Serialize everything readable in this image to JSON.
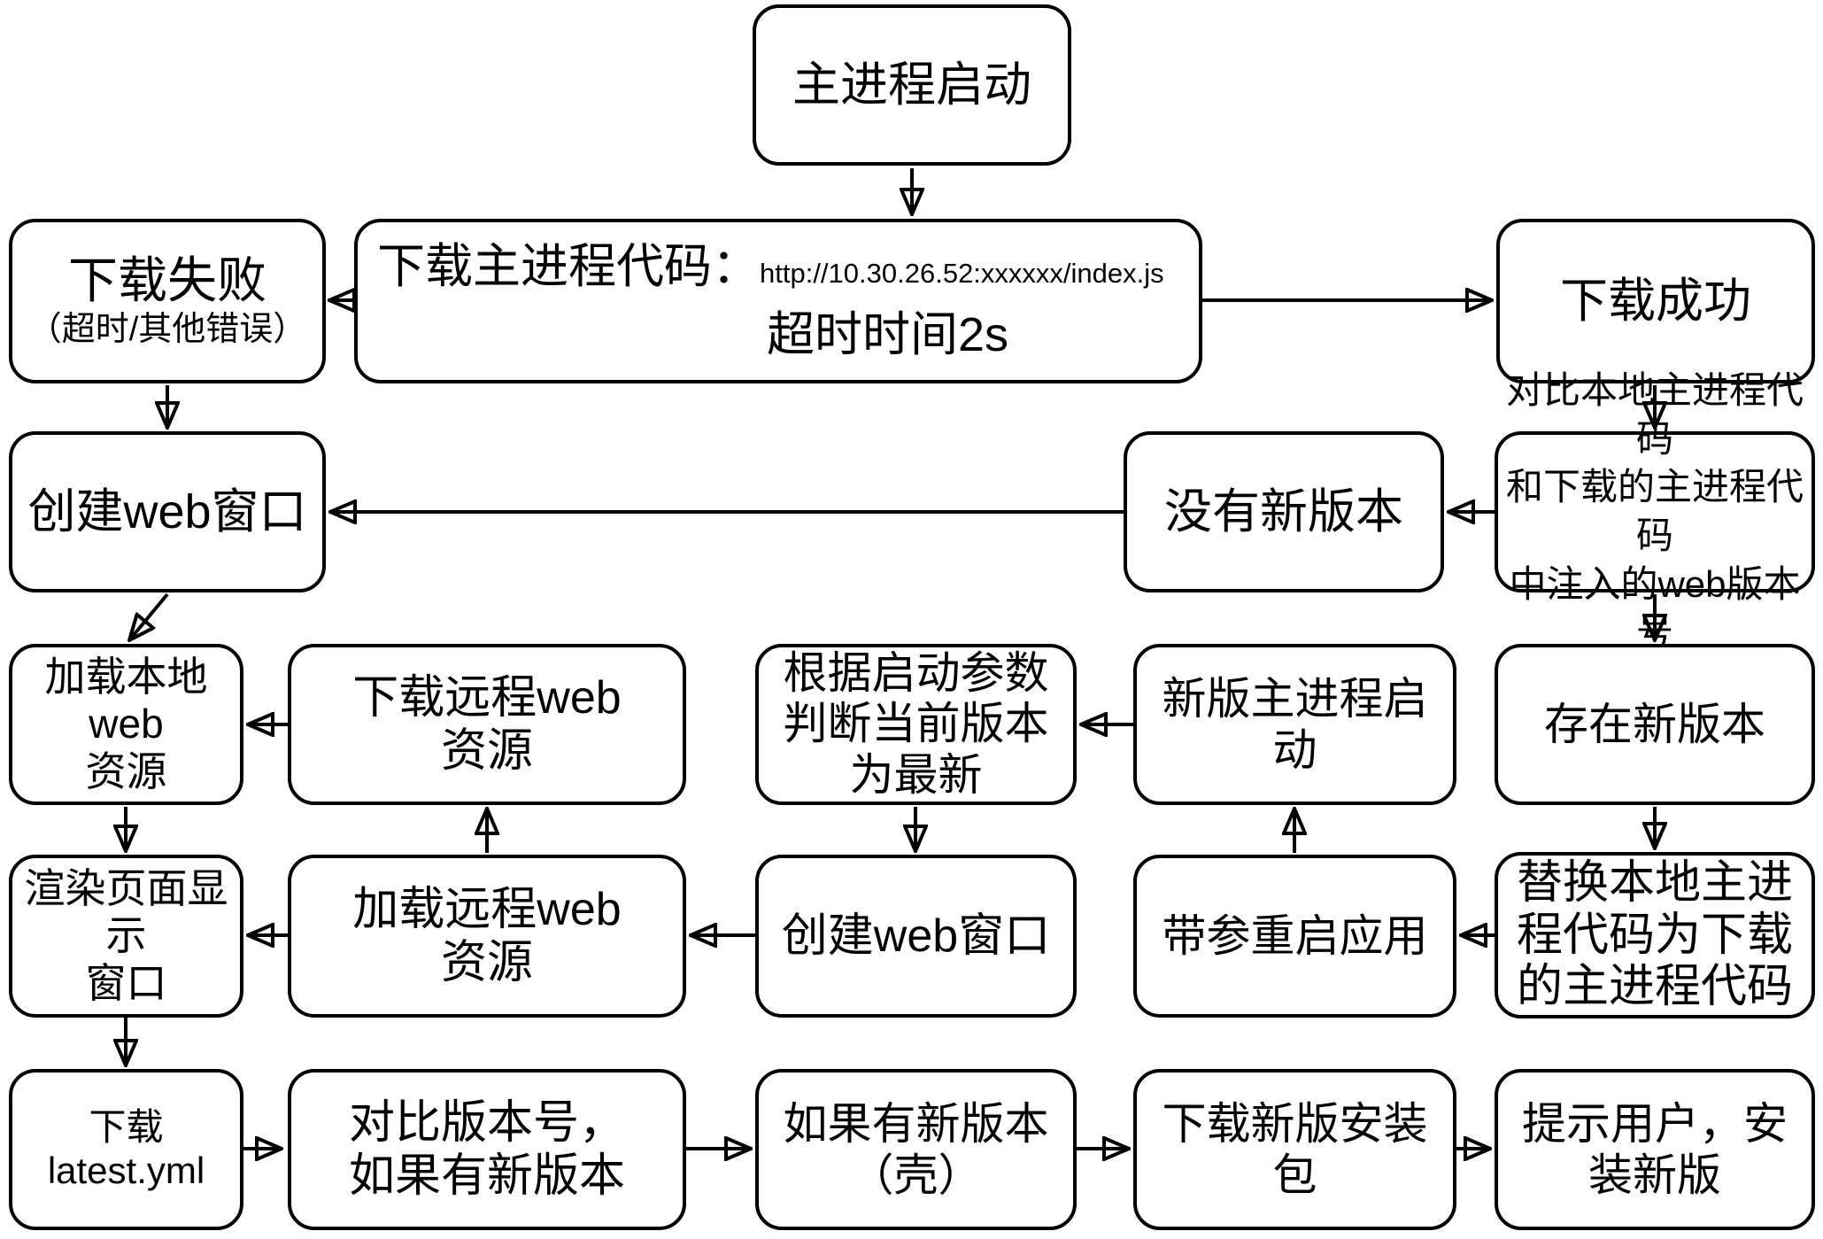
{
  "nodes": {
    "start": {
      "label": "主进程启动"
    },
    "download_code": {
      "prefix": "下载主进程代码：",
      "url": "http://10.30.26.52:xxxxxx/index.js",
      "timeout": "超时时间2s"
    },
    "download_fail": {
      "lines": [
        "下载失败",
        "（超时/其他错误）"
      ]
    },
    "download_success": {
      "label": "下载成功"
    },
    "create_web_window_left": {
      "label": "创建web窗口"
    },
    "no_new_version": {
      "label": "没有新版本"
    },
    "compare_web_version": {
      "lines": [
        "对比本地主进程代码",
        "和下载的主进程代码",
        "中注入的web版本号"
      ]
    },
    "load_local_web": {
      "lines": [
        "加载本地web",
        "资源"
      ]
    },
    "download_remote_web": {
      "lines": [
        "下载远程web",
        "资源"
      ]
    },
    "judge_current_latest": {
      "lines": [
        "根据启动参数",
        "判断当前版本",
        "为最新"
      ]
    },
    "new_main_process_start": {
      "lines": [
        "新版主进程启",
        "动"
      ]
    },
    "new_version_exists": {
      "label": "存在新版本"
    },
    "render_page_window": {
      "lines": [
        "渲染页面显示",
        "窗口"
      ]
    },
    "load_remote_web": {
      "lines": [
        "加载远程web",
        "资源"
      ]
    },
    "create_web_window_mid": {
      "label": "创建web窗口"
    },
    "restart_with_params": {
      "label": "带参重启应用"
    },
    "replace_local_code": {
      "lines": [
        "替换本地主进",
        "程代码为下载",
        "的主进程代码"
      ]
    },
    "download_latest_yml": {
      "label": "下载latest.yml"
    },
    "compare_version_number": {
      "lines": [
        "对比版本号，",
        "如果有新版本"
      ]
    },
    "if_new_version_shell": {
      "lines": [
        "如果有新版本",
        "（壳）"
      ]
    },
    "download_installer": {
      "lines": [
        "下载新版安装",
        "包"
      ]
    },
    "prompt_install": {
      "lines": [
        "提示用户，安",
        "装新版"
      ]
    }
  },
  "edges": [
    {
      "from": "start",
      "to": "download_code"
    },
    {
      "from": "download_code",
      "to": "download_fail"
    },
    {
      "from": "download_code",
      "to": "download_success"
    },
    {
      "from": "download_success",
      "to": "compare_web_version"
    },
    {
      "from": "compare_web_version",
      "to": "no_new_version"
    },
    {
      "from": "no_new_version",
      "to": "create_web_window_left"
    },
    {
      "from": "download_fail",
      "to": "create_web_window_left"
    },
    {
      "from": "create_web_window_left",
      "to": "load_local_web"
    },
    {
      "from": "compare_web_version",
      "to": "new_version_exists"
    },
    {
      "from": "new_version_exists",
      "to": "replace_local_code"
    },
    {
      "from": "new_main_process_start",
      "to": "judge_current_latest"
    },
    {
      "from": "download_remote_web",
      "to": "load_local_web"
    },
    {
      "from": "judge_current_latest",
      "to": "create_web_window_mid"
    },
    {
      "from": "restart_with_params",
      "to": "new_main_process_start"
    },
    {
      "from": "load_remote_web",
      "to": "download_remote_web"
    },
    {
      "from": "replace_local_code",
      "to": "restart_with_params"
    },
    {
      "from": "create_web_window_mid",
      "to": "load_remote_web"
    },
    {
      "from": "load_remote_web",
      "to": "render_page_window"
    },
    {
      "from": "load_local_web",
      "to": "render_page_window"
    },
    {
      "from": "render_page_window",
      "to": "download_latest_yml"
    },
    {
      "from": "download_latest_yml",
      "to": "compare_version_number"
    },
    {
      "from": "compare_version_number",
      "to": "if_new_version_shell"
    },
    {
      "from": "if_new_version_shell",
      "to": "download_installer"
    },
    {
      "from": "download_installer",
      "to": "prompt_install"
    }
  ],
  "colors": {
    "stroke": "#000000",
    "node_fill": "#ffffff",
    "background": "#ffffff"
  }
}
